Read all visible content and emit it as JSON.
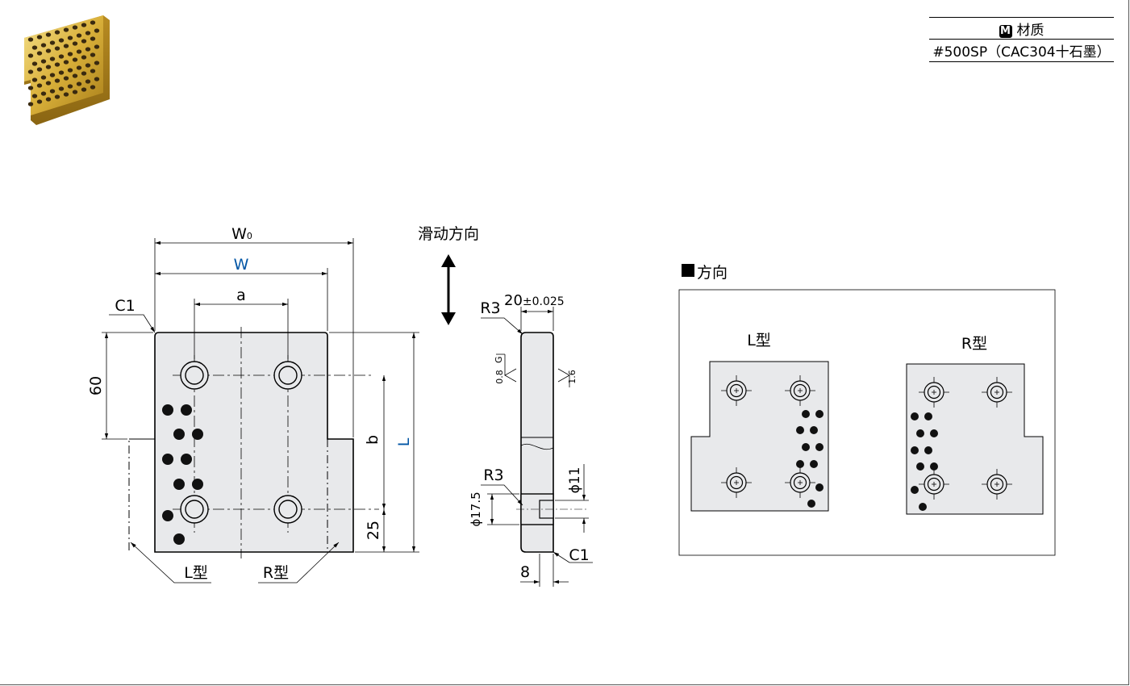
{
  "material": {
    "badge": "M",
    "header": "材质",
    "value": "#500SP（CAC304十石墨）"
  },
  "main_view": {
    "w0_label": "W0_SEP",
    "w0_main": "W",
    "w0_sub": "0",
    "w_label": "W",
    "a_label": "a",
    "c1_label": "C1",
    "dim_60": "60",
    "b_label": "b",
    "L_label": "L",
    "dim_25": "25",
    "l_type": "L型",
    "r_type": "R型"
  },
  "side_view": {
    "sliding_direction": "滑动方向",
    "r3_top": "R3",
    "thickness_main": "20",
    "thickness_tol": "±0.025",
    "g_mark": "G",
    "rough_left": "0.8",
    "rough_right": "1.6",
    "r3_bottom": "R3",
    "phi11": "ϕ11",
    "phi17_5": "ϕ17.5",
    "c1_bottom": "C1",
    "dim_8": "8"
  },
  "direction": {
    "title": "方向",
    "l_type": "L型",
    "r_type": "R型"
  },
  "colors": {
    "accent_blue": "#0055a5",
    "part_fill": "#e8e9eb",
    "hole_fill": "#111111"
  }
}
